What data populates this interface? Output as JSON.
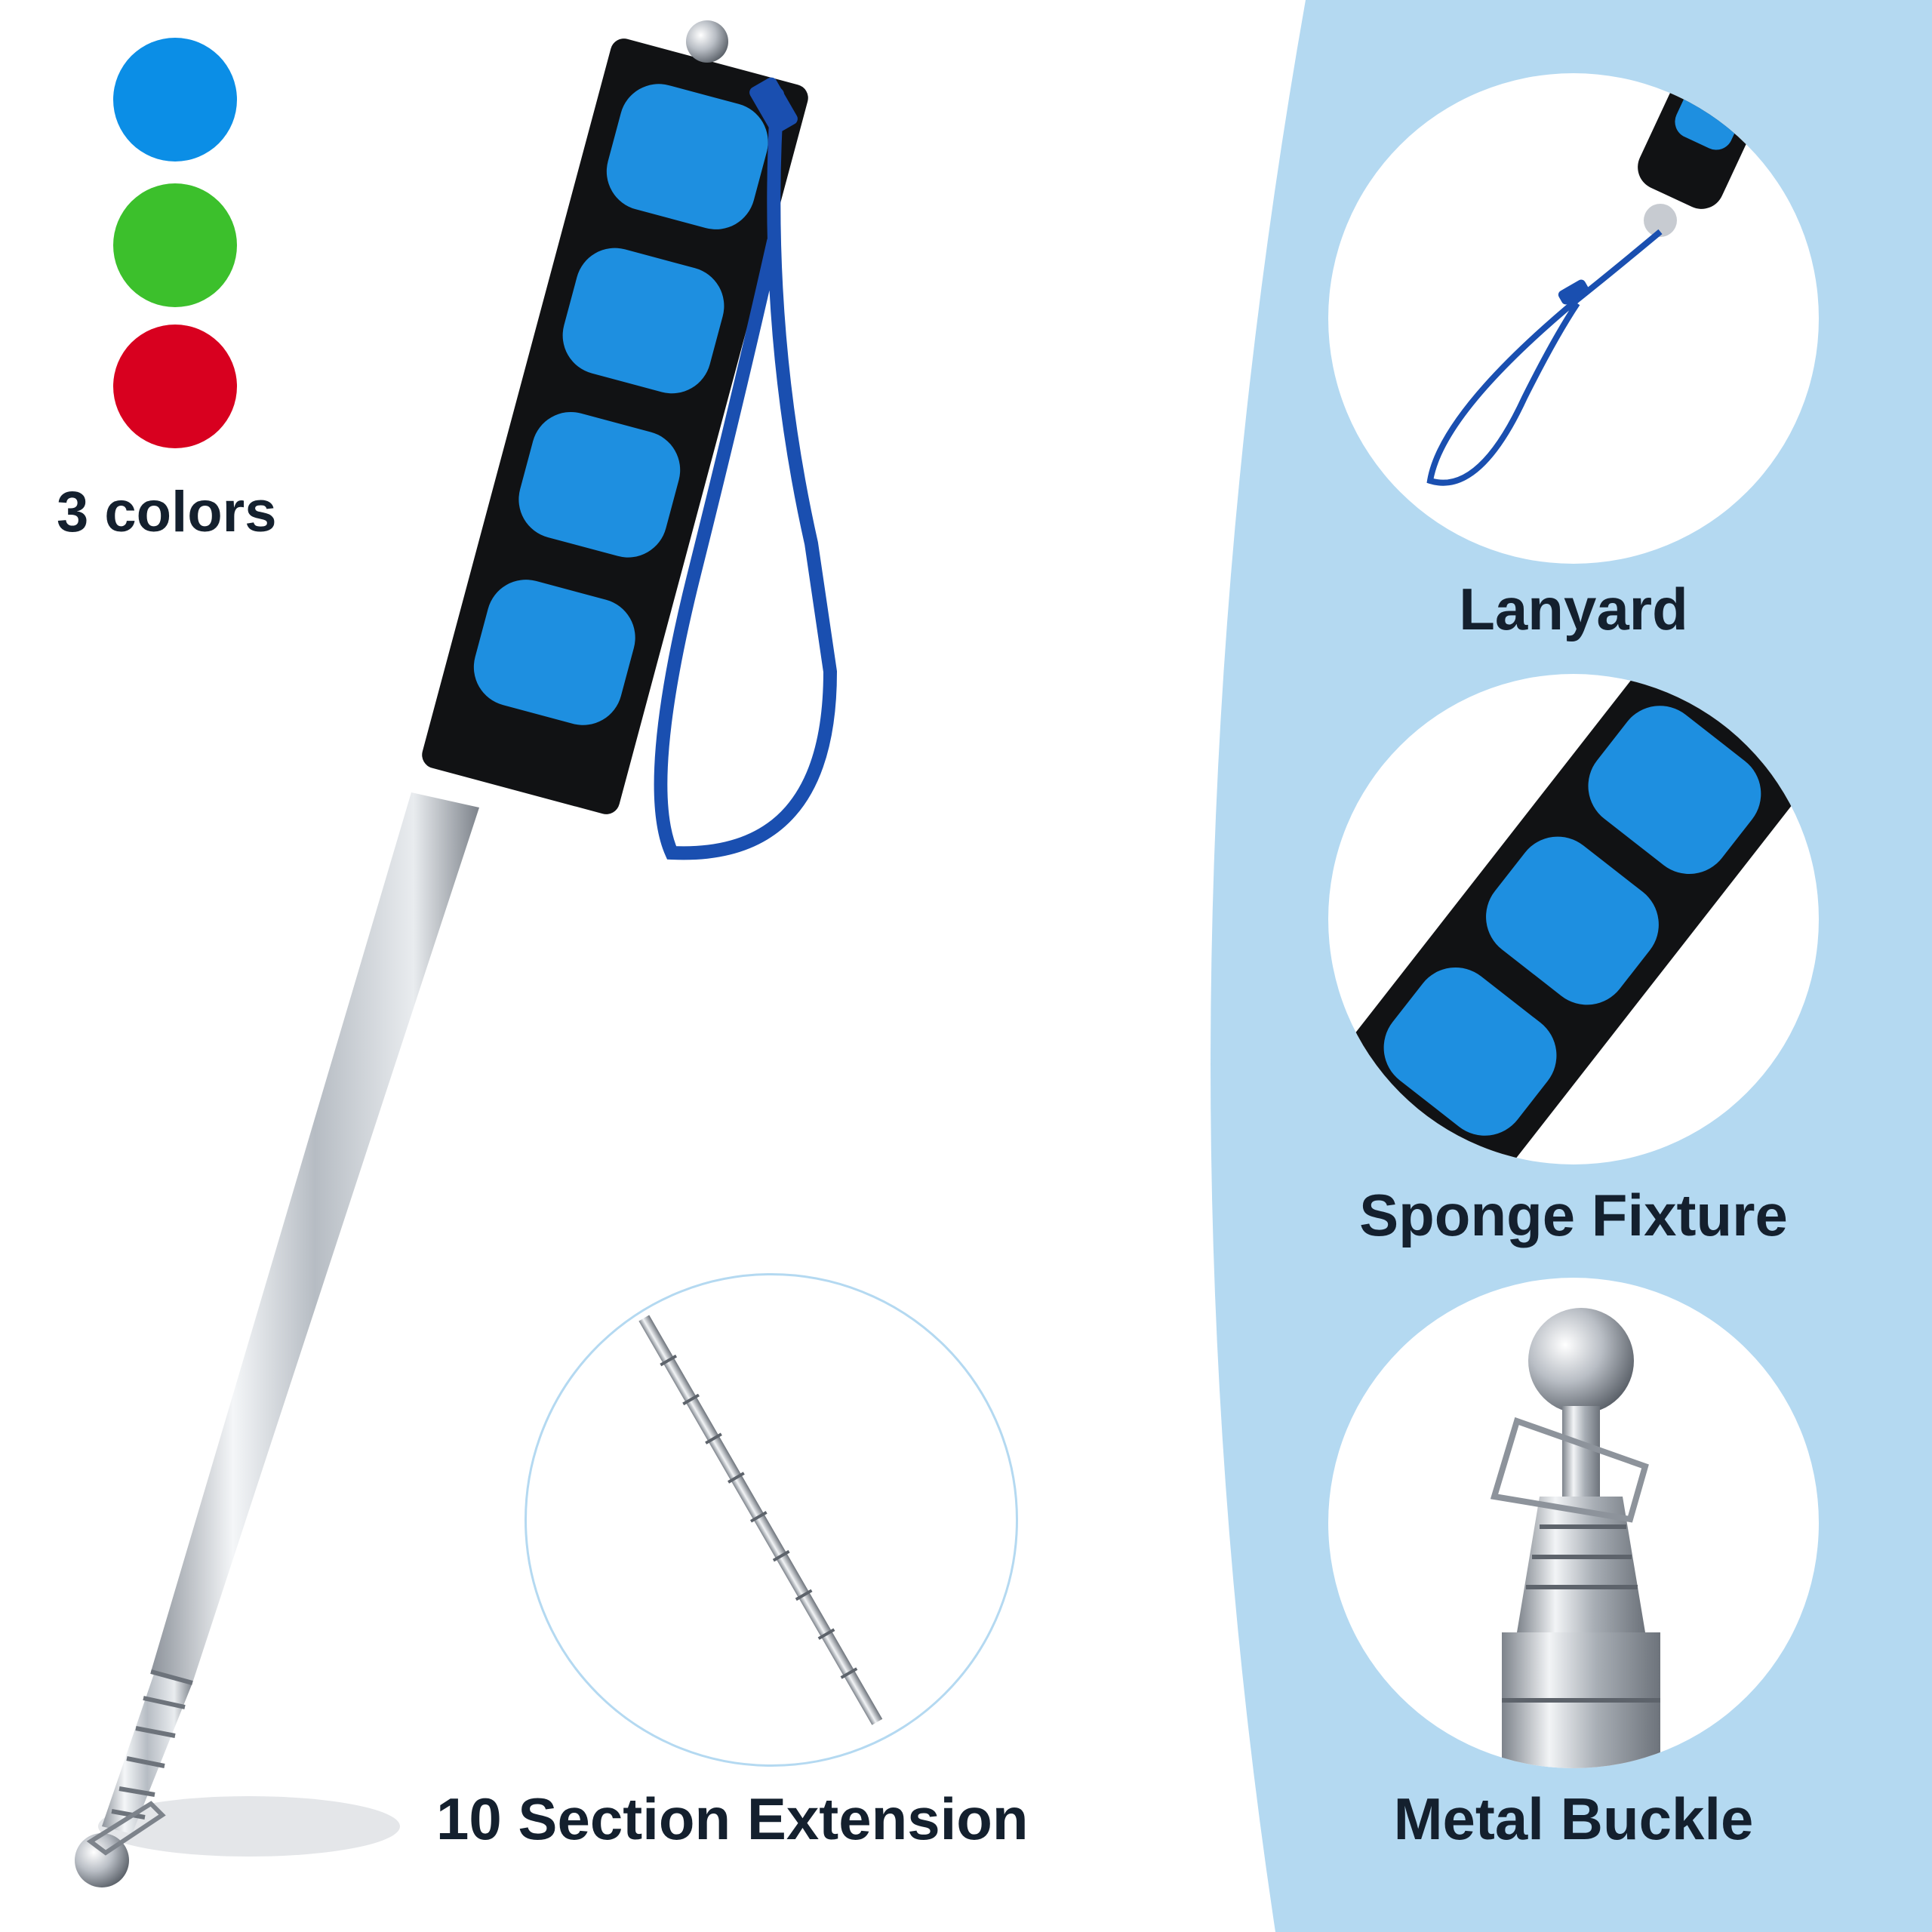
{
  "colors_section": {
    "label": "3 colors",
    "swatches": [
      {
        "name": "blue",
        "color": "#0b8ee6"
      },
      {
        "name": "green",
        "color": "#3cc02c"
      },
      {
        "name": "red",
        "color": "#d8001f"
      }
    ]
  },
  "features": [
    {
      "id": "lanyard",
      "label": "Lanyard"
    },
    {
      "id": "sponge",
      "label": "Sponge Fixture"
    },
    {
      "id": "buckle",
      "label": "Metal Buckle"
    },
    {
      "id": "extension",
      "label": "10 Section Extension"
    }
  ],
  "palette": {
    "panel_blue": "#b4d9f1",
    "foam_black": "#111214",
    "foam_blue": "#1e8fe0",
    "lanyard_blue": "#1a4fb0",
    "steel": "#c7cbd1"
  }
}
